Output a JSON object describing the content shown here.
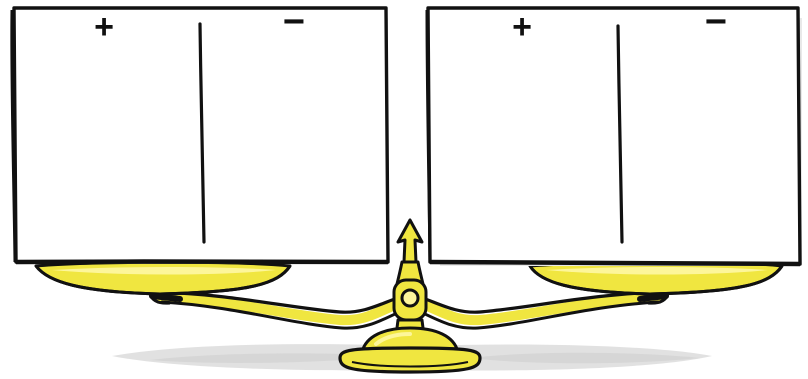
{
  "colors": {
    "ink": "#111111",
    "brass": "#f0e640",
    "brass_highlight": "#fdf69a",
    "paper": "#ffffff",
    "paper_shadow": "#e9e9e9",
    "floor_shadow": "#d6d6d6"
  },
  "illustration": {
    "subject": "balance-scale",
    "boards": [
      {
        "id": "left",
        "plus_symbol": "+",
        "minus_symbol": "−"
      },
      {
        "id": "right",
        "plus_symbol": "+",
        "minus_symbol": "−"
      }
    ]
  }
}
